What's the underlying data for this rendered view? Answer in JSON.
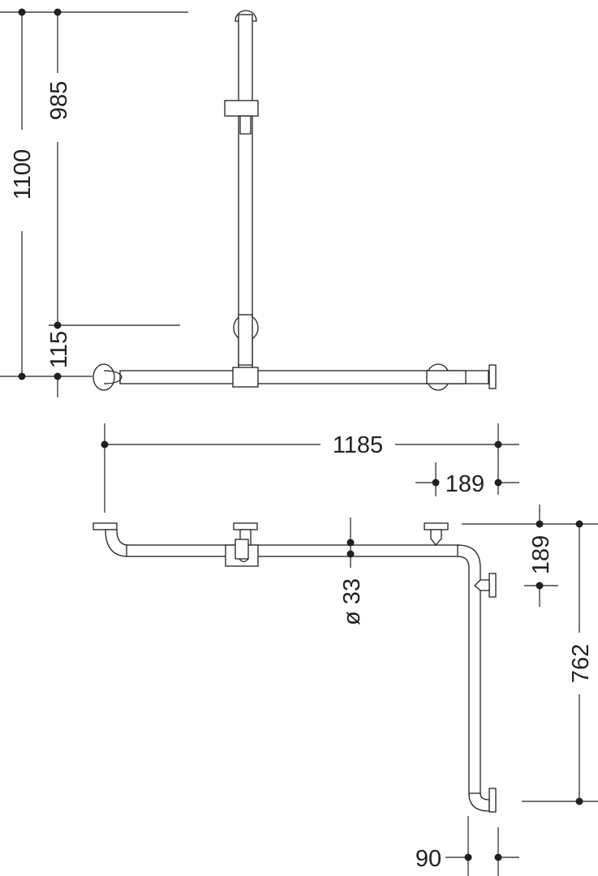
{
  "dimensions": {
    "total_height": "1100",
    "upper_height": "985",
    "lower_height": "115",
    "total_width": "1185",
    "offset_horizontal": "189",
    "offset_vertical": "189",
    "diameter": "ø 33",
    "side_length": "762",
    "wall_offset": "90"
  },
  "colors": {
    "line": "#231f20",
    "background": "#ffffff"
  }
}
